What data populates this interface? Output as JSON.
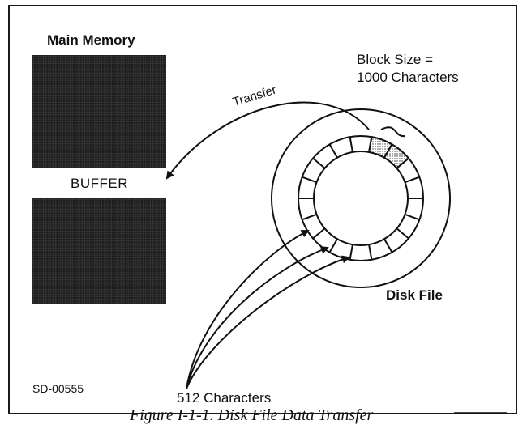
{
  "figure": {
    "main_memory_title": "Main Memory",
    "buffer_label": "BUFFER",
    "transfer_label": "Transfer",
    "block_size_label_line1": "Block Size =",
    "block_size_label_line2": "1000 Characters",
    "disk_file_label": "Disk File",
    "characters_label": "512 Characters",
    "figure_code": "SD-00555",
    "caption": "Figure I-1-1. Disk File Data Transfer"
  },
  "disk": {
    "sector_count": 18,
    "highlighted_sectors": 2
  }
}
